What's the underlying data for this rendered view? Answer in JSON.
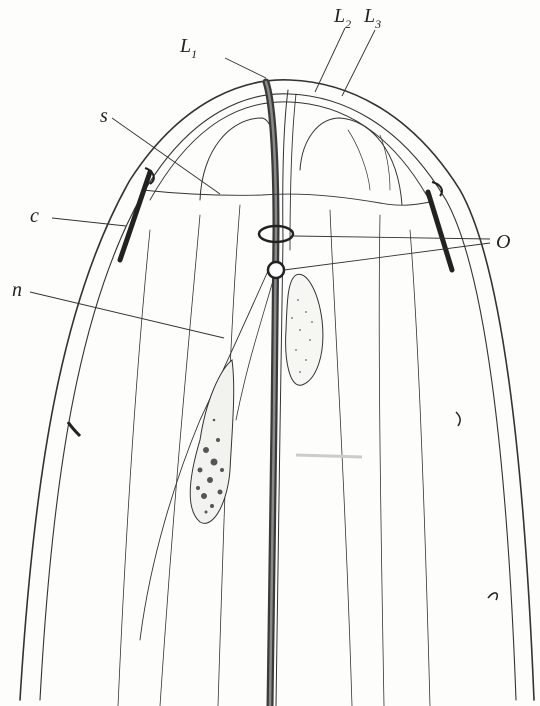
{
  "figure": {
    "labels": {
      "L1": {
        "main": "L",
        "sub": "1"
      },
      "L2": {
        "main": "L",
        "sub": "2"
      },
      "L3": {
        "main": "L",
        "sub": "3"
      },
      "s": "s",
      "c": "c",
      "n": "n",
      "O": "O"
    }
  }
}
